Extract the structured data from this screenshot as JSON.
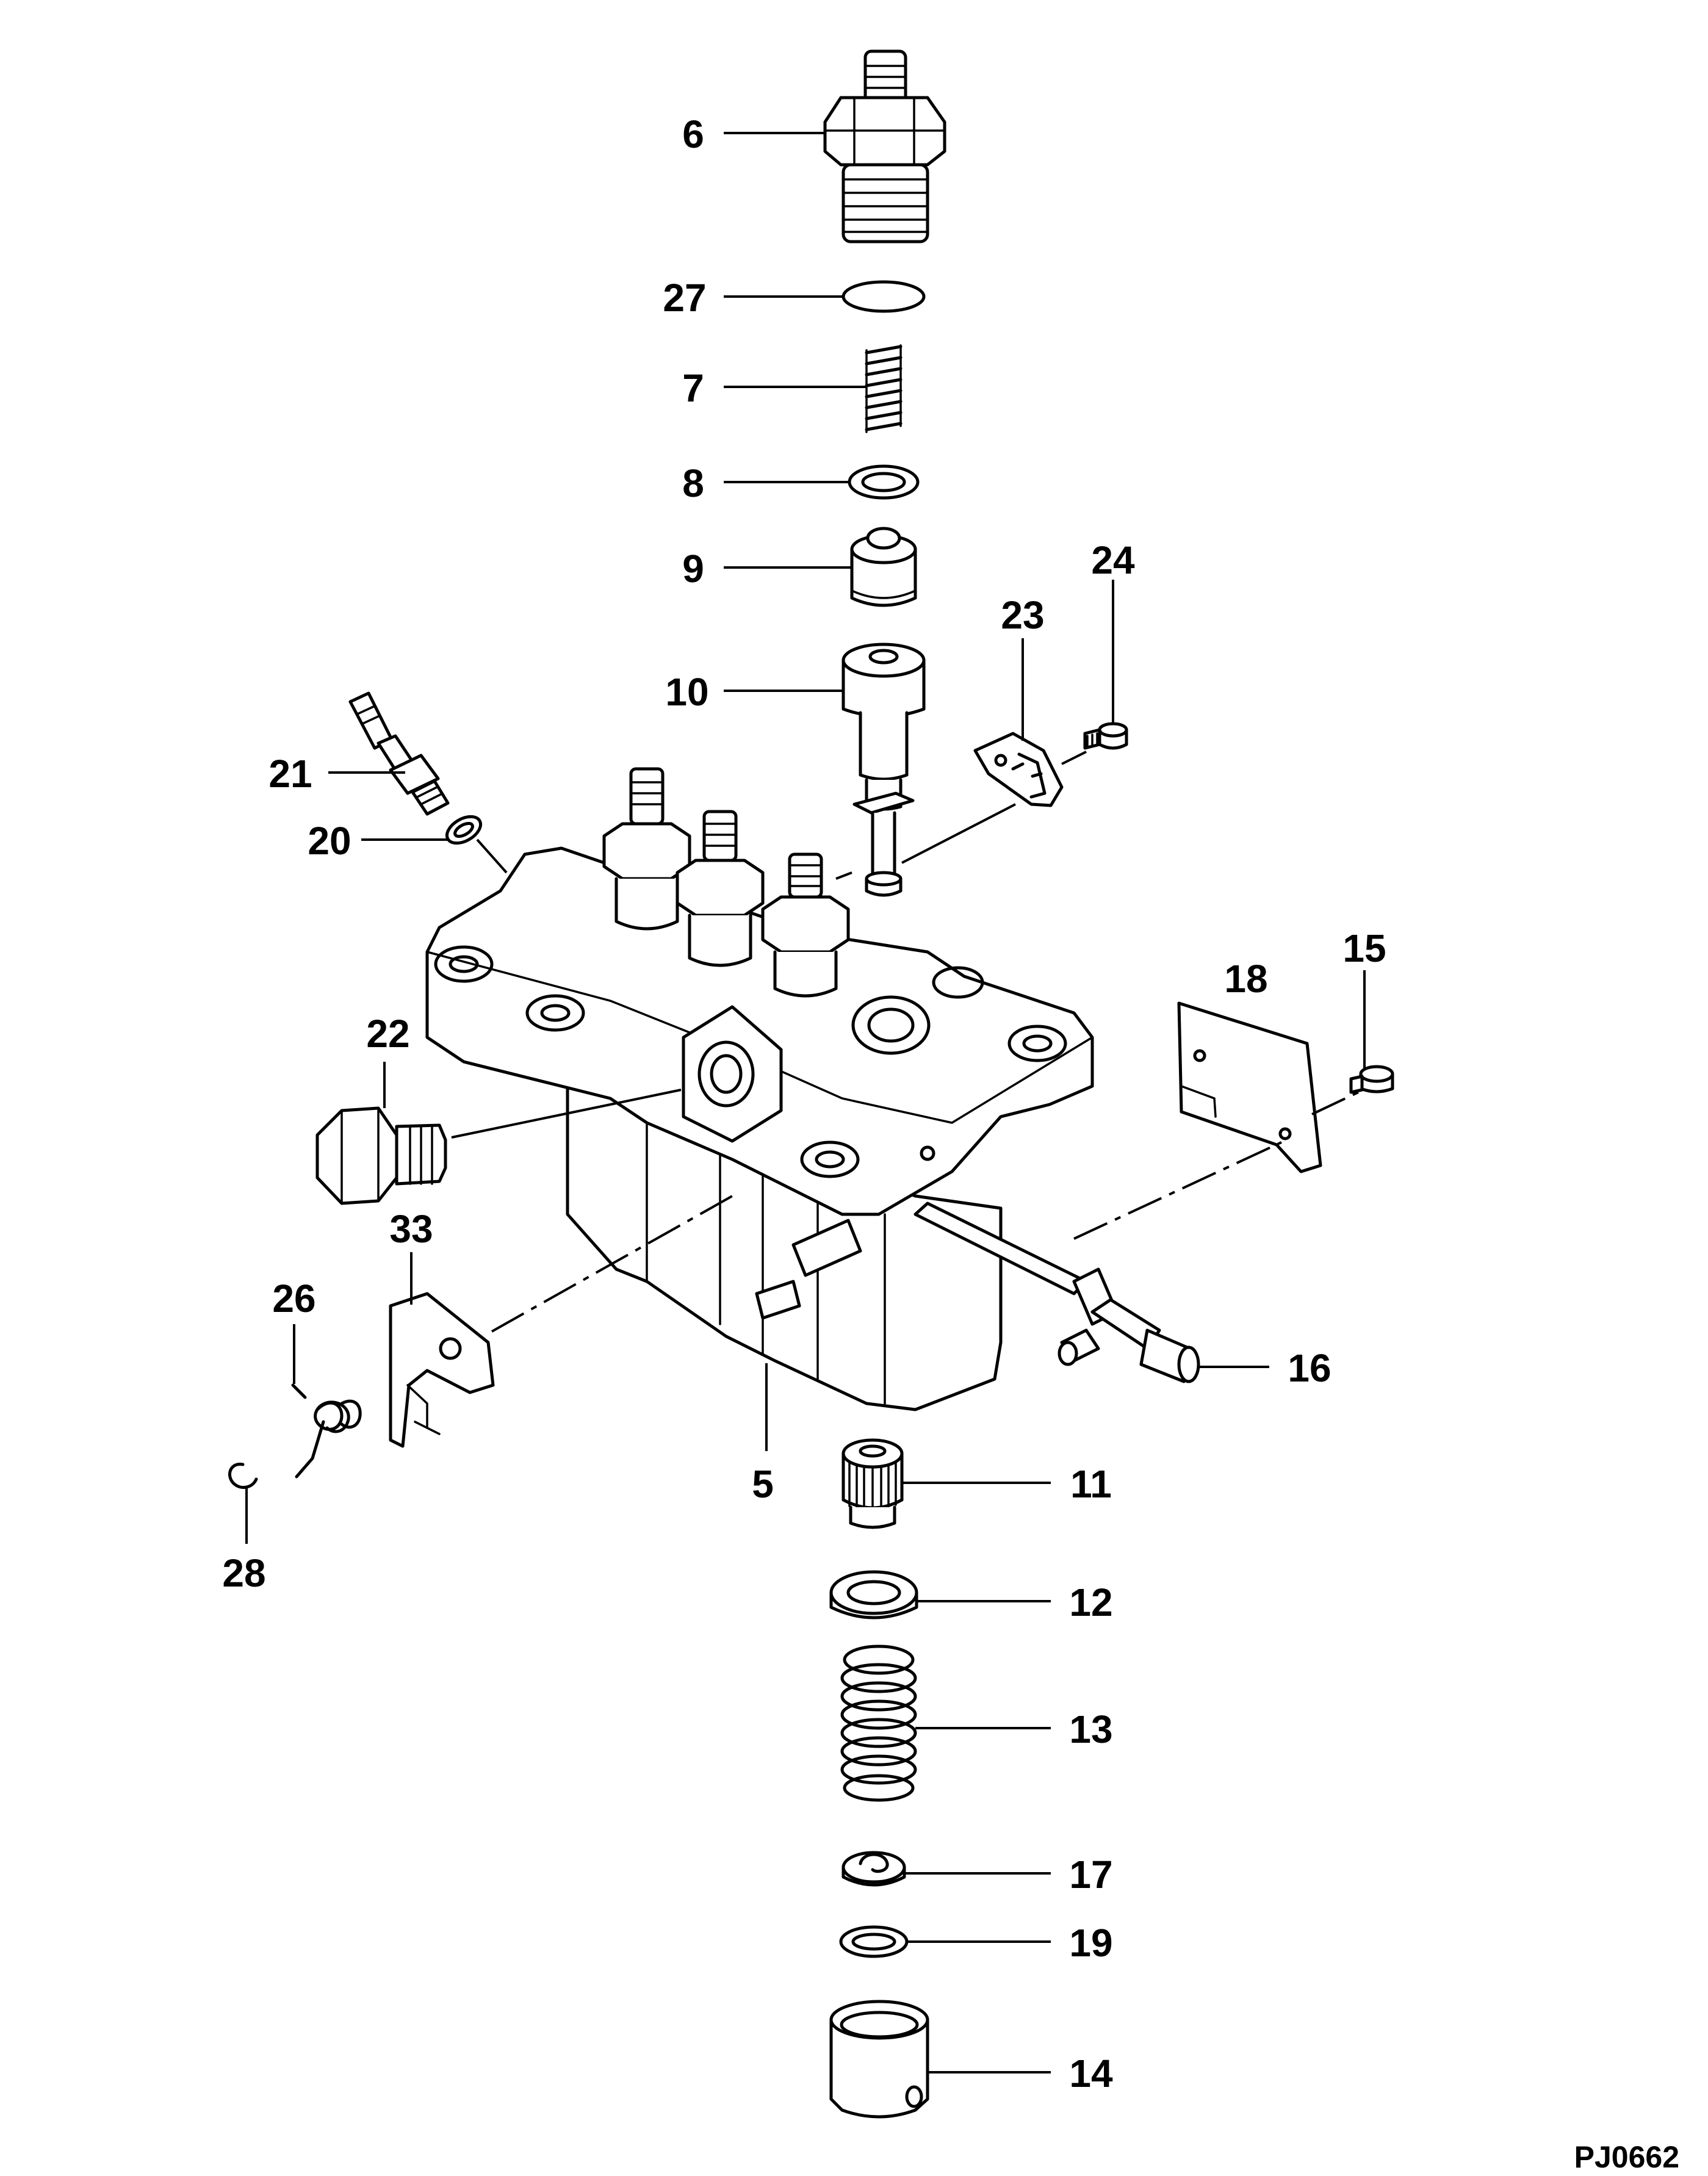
{
  "drawing": {
    "code": "PJ0662"
  },
  "callouts": {
    "c6": "6",
    "c27": "27",
    "c7": "7",
    "c8": "8",
    "c9": "9",
    "c10": "10",
    "c23": "23",
    "c24": "24",
    "c21": "21",
    "c20": "20",
    "c22": "22",
    "c18": "18",
    "c15": "15",
    "c33": "33",
    "c26": "26",
    "c28": "28",
    "c5": "5",
    "c16": "16",
    "c11": "11",
    "c12": "12",
    "c13": "13",
    "c17": "17",
    "c19": "19",
    "c14": "14"
  }
}
